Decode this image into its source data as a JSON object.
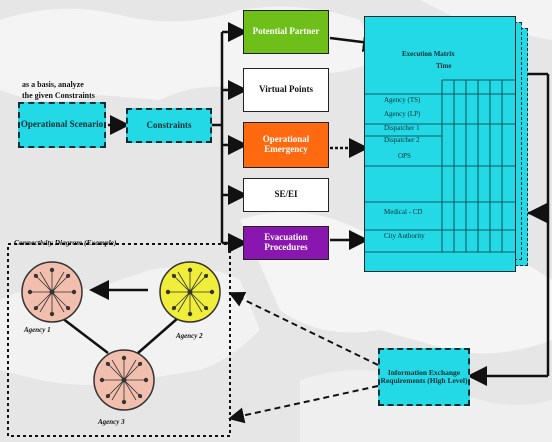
{
  "annotation": {
    "line1": "as a basis, analyze",
    "line2": "the given Constraints"
  },
  "scenario_box": {
    "label": "Operational Scenario",
    "color": "#23d9e6"
  },
  "constraints_box": {
    "label": "Constraints",
    "color": "#23d9e6"
  },
  "branches": [
    {
      "label": "Potential Partner",
      "color": "#6fbf1a",
      "text_color": "#ffffff"
    },
    {
      "label": "Virtual Points",
      "color": "#ffffff",
      "text_color": "#111111"
    },
    {
      "label": "Operational Emergency",
      "color": "#ff6a10",
      "text_color": "#ffffff"
    },
    {
      "label": "SE/EI",
      "color": "#ffffff",
      "text_color": "#111111"
    },
    {
      "label": "Evacuation Procedures",
      "color": "#8a16b0",
      "text_color": "#ffffff"
    }
  ],
  "matrix": {
    "header": "Execution Matrix",
    "subheader": "Time",
    "rows": [
      "Agency (TS)",
      "Agency (LP)",
      "Dispatcher 1",
      "Dispatcher 2",
      "OPS",
      "",
      "Medical - CD",
      "City Authority"
    ],
    "color": "#23d9e6"
  },
  "connectivity": {
    "title": "Connectivity Diagram (Example)",
    "nodes": [
      {
        "label": "Agency 1",
        "color": "#f2bfae"
      },
      {
        "label": "Agency 2",
        "color": "#f0ee3a"
      },
      {
        "label": "Agency 3",
        "color": "#f2bfae"
      }
    ]
  },
  "info_box": {
    "label": "Information Exchange Requirements (High Level)",
    "color": "#23d9e6"
  }
}
